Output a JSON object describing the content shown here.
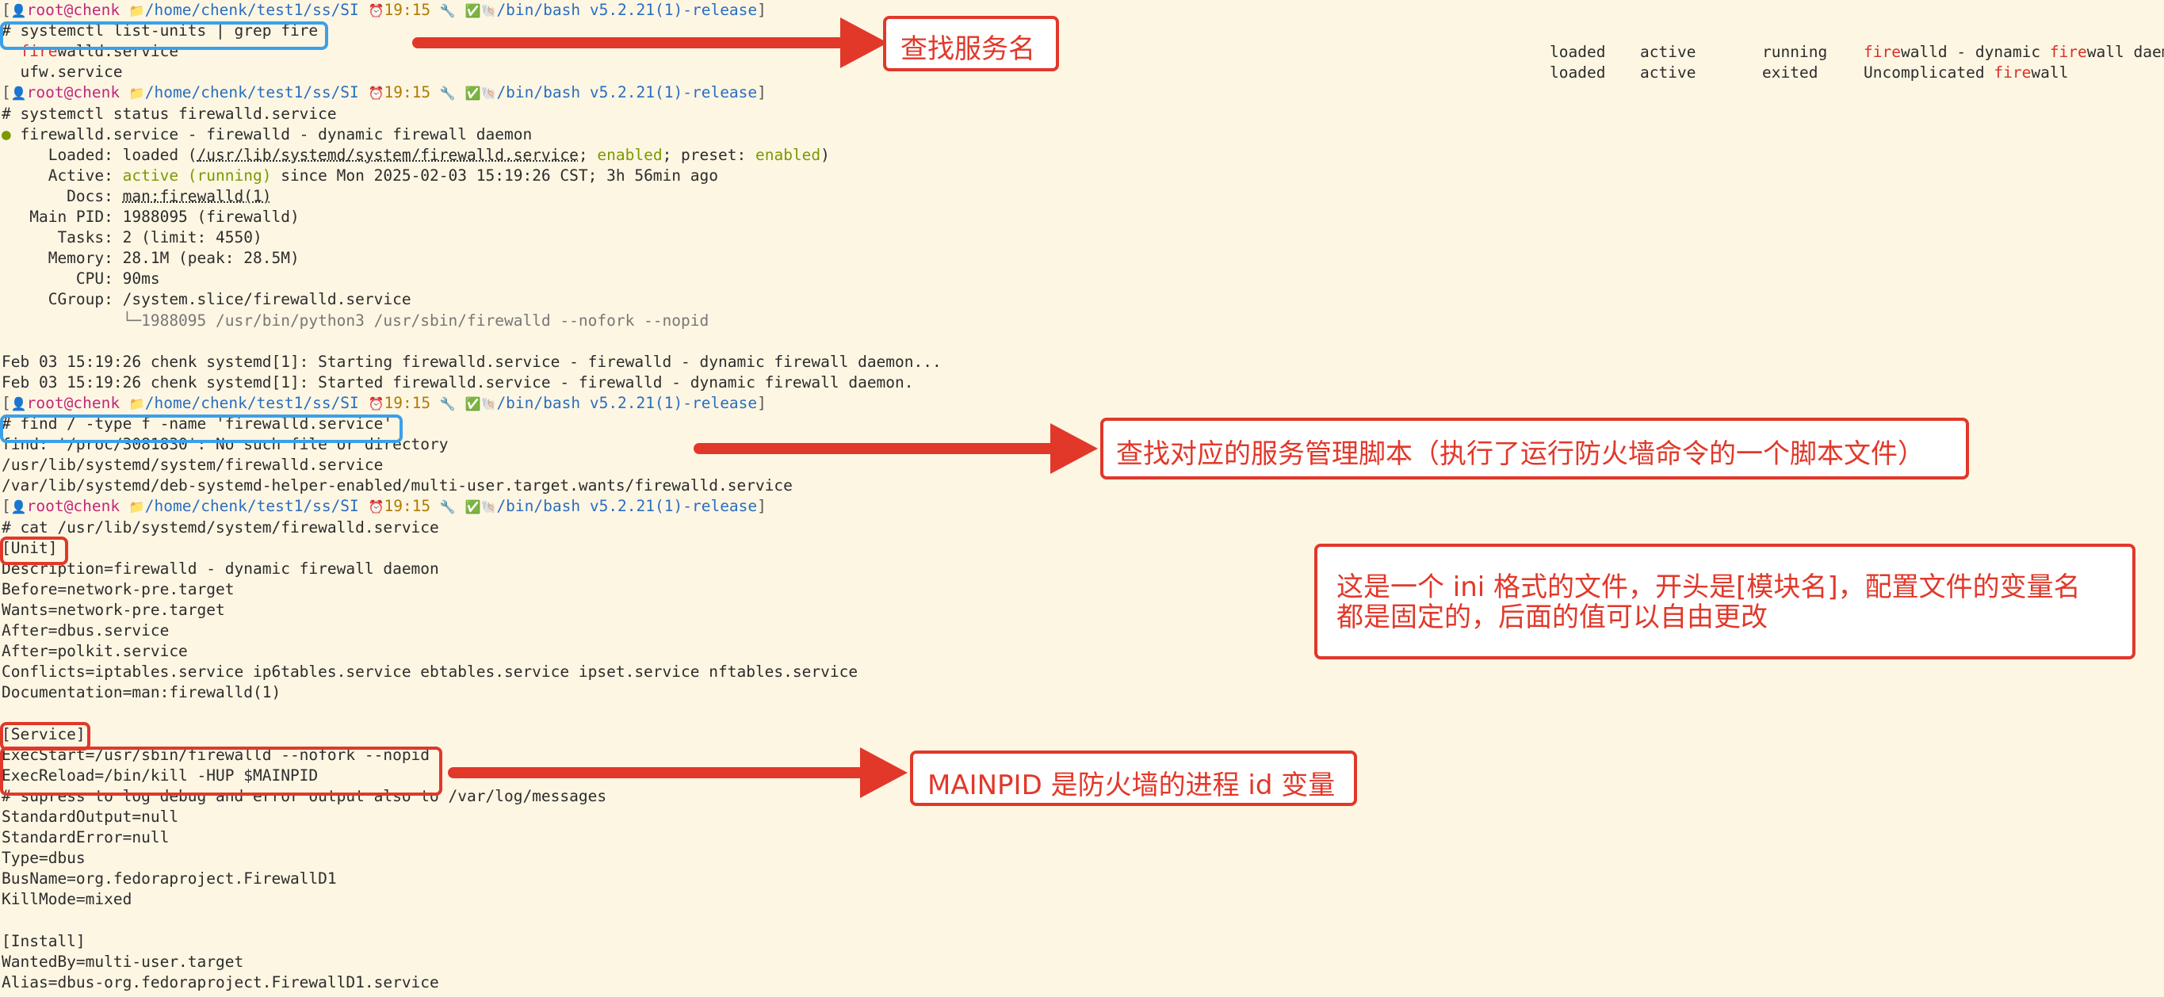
{
  "prompt": {
    "user": "root",
    "host": "chenk",
    "path": "/home/chenk/test1/ss/SI",
    "time": "19:15",
    "shell": "/bin/bash v5.2.21(1)-release"
  },
  "terminal": {
    "cmd1": "# systemctl list-units | grep fire",
    "list_units": [
      {
        "unit_prefix": "  ",
        "unit_fire": "fire",
        "unit_rest": "walld.service",
        "load": "loaded",
        "active": "active",
        "sub": "running",
        "desc_fire": "fire",
        "desc_rest": "walld - dynamic ",
        "desc_fire2": "fire",
        "desc_tail": "wall daemon",
        "desc_lead": ""
      },
      {
        "unit_prefix": "  ",
        "unit_fire": "",
        "unit_rest": "ufw.service",
        "load": "loaded",
        "active": "active",
        "sub": "exited",
        "desc_lead": "Uncomplicated ",
        "desc_fire": "fire",
        "desc_rest": "wall",
        "desc_fire2": "",
        "desc_tail": ""
      }
    ],
    "cmd2": "# systemctl status firewalld.service",
    "status": {
      "header": "firewalld.service - firewalld - dynamic firewall daemon",
      "loaded_label": "     Loaded: ",
      "loaded_a": "loaded (",
      "loaded_path": "/usr/lib/systemd/system/firewalld.service",
      "loaded_b": "; ",
      "loaded_enabled": "enabled",
      "loaded_c": "; preset: ",
      "loaded_preset": "enabled",
      "loaded_d": ")",
      "active_label": "     Active: ",
      "active_state": "active (running)",
      "active_since": " since Mon 2025-02-03 15:19:26 CST; 3h 56min ago",
      "docs_label": "       Docs: ",
      "docs_value": "man:firewalld(1)",
      "mainpid": "   Main PID: 1988095 (firewalld)",
      "tasks": "      Tasks: 2 (limit: 4550)",
      "memory": "     Memory: 28.1M (peak: 28.5M)",
      "cpu": "        CPU: 90ms",
      "cgroup": "     CGroup: /system.slice/firewalld.service",
      "cgroup_child": "             └─1988095 /usr/bin/python3 /usr/sbin/firewalld --nofork --nopid",
      "log1": "Feb 03 15:19:26 chenk systemd[1]: Starting firewalld.service - firewalld - dynamic firewall daemon...",
      "log2": "Feb 03 15:19:26 chenk systemd[1]: Started firewalld.service - firewalld - dynamic firewall daemon."
    },
    "cmd3": "# find / -type f -name 'firewalld.service'",
    "find_out": [
      "find: '/proc/3081830': No such file or directory",
      "/usr/lib/systemd/system/firewalld.service",
      "/var/lib/systemd/deb-systemd-helper-enabled/multi-user.target.wants/firewalld.service"
    ],
    "cmd4": "# cat /usr/lib/systemd/system/firewalld.service",
    "file": [
      "[Unit]",
      "Description=firewalld - dynamic firewall daemon",
      "Before=network-pre.target",
      "Wants=network-pre.target",
      "After=dbus.service",
      "After=polkit.service",
      "Conflicts=iptables.service ip6tables.service ebtables.service ipset.service nftables.service",
      "Documentation=man:firewalld(1)",
      "",
      "[Service]",
      "ExecStart=/usr/sbin/firewalld --nofork --nopid",
      "ExecReload=/bin/kill -HUP $MAINPID",
      "# supress to log debug and error output also to /var/log/messages",
      "StandardOutput=null",
      "StandardError=null",
      "Type=dbus",
      "BusName=org.fedoraproject.FirewallD1",
      "KillMode=mixed",
      "",
      "[Install]",
      "WantedBy=multi-user.target",
      "Alias=dbus-org.fedoraproject.FirewallD1.service"
    ]
  },
  "annotations": {
    "find_service": "查找服务名",
    "find_script": "查找对应的服务管理脚本（执行了运行防火墙命令的一个脚本文件）",
    "ini_note_line1": "这是一个 ini 格式的文件，开头是[模块名]，配置文件的变量名",
    "ini_note_line2": "都是固定的，后面的值可以自由更改",
    "mainpid_note": "MAINPID 是防火墙的进程 id 变量"
  },
  "colors": {
    "background": "#fdf6e3",
    "prompt_user": "#c2277a",
    "prompt_path": "#2a6ec0",
    "prompt_time": "#b07a00",
    "highlight_green": "#7a9a00",
    "keyword_red": "#d9302a",
    "box_blue": "#3aa0ea",
    "annotation_red": "#e1382a"
  },
  "icons": [
    "user-icon",
    "folder-icon",
    "alarm-clock-icon",
    "wrench-icon",
    "check-icon",
    "shell-icon",
    "status-dot-icon"
  ]
}
